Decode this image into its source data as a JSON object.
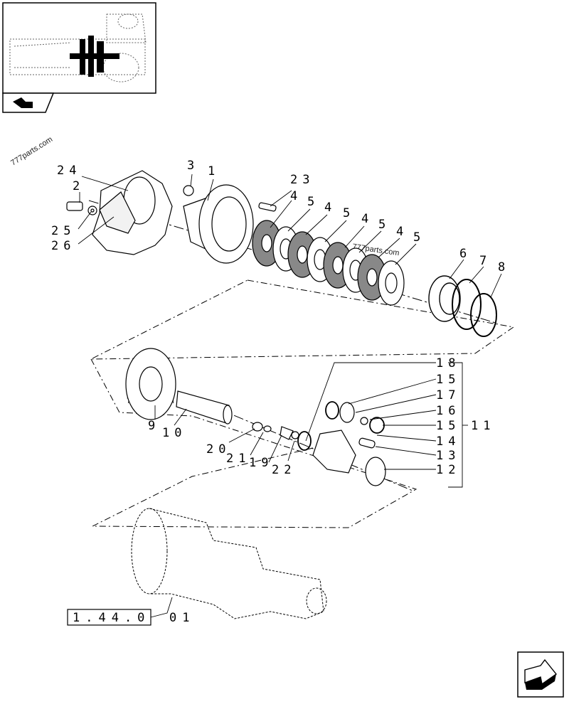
{
  "watermark": "777parts.com",
  "reference": {
    "box_text": "1.44.0",
    "suffix_text": "01"
  },
  "labels": [
    {
      "id": "l24",
      "text": "24"
    },
    {
      "id": "l2",
      "text": "2"
    },
    {
      "id": "l25",
      "text": "25"
    },
    {
      "id": "l26",
      "text": "26"
    },
    {
      "id": "l3",
      "text": "3"
    },
    {
      "id": "l1",
      "text": "1"
    },
    {
      "id": "l23",
      "text": "23"
    },
    {
      "id": "l4a",
      "text": "4"
    },
    {
      "id": "l5a",
      "text": "5"
    },
    {
      "id": "l4b",
      "text": "4"
    },
    {
      "id": "l5b",
      "text": "5"
    },
    {
      "id": "l4c",
      "text": "4"
    },
    {
      "id": "l5c",
      "text": "5"
    },
    {
      "id": "l4d",
      "text": "4"
    },
    {
      "id": "l5d",
      "text": "5"
    },
    {
      "id": "l6",
      "text": "6"
    },
    {
      "id": "l7",
      "text": "7"
    },
    {
      "id": "l8",
      "text": "8"
    },
    {
      "id": "l18",
      "text": "18"
    },
    {
      "id": "l15a",
      "text": "15"
    },
    {
      "id": "l17",
      "text": "17"
    },
    {
      "id": "l16",
      "text": "16"
    },
    {
      "id": "l15b",
      "text": "15"
    },
    {
      "id": "l11",
      "text": "11"
    },
    {
      "id": "l14",
      "text": "14"
    },
    {
      "id": "l13",
      "text": "13"
    },
    {
      "id": "l12",
      "text": "12"
    },
    {
      "id": "l9",
      "text": "9"
    },
    {
      "id": "l10",
      "text": "10"
    },
    {
      "id": "l20",
      "text": "20"
    },
    {
      "id": "l21",
      "text": "21"
    },
    {
      "id": "l19",
      "text": "19"
    },
    {
      "id": "l22",
      "text": "22"
    }
  ]
}
